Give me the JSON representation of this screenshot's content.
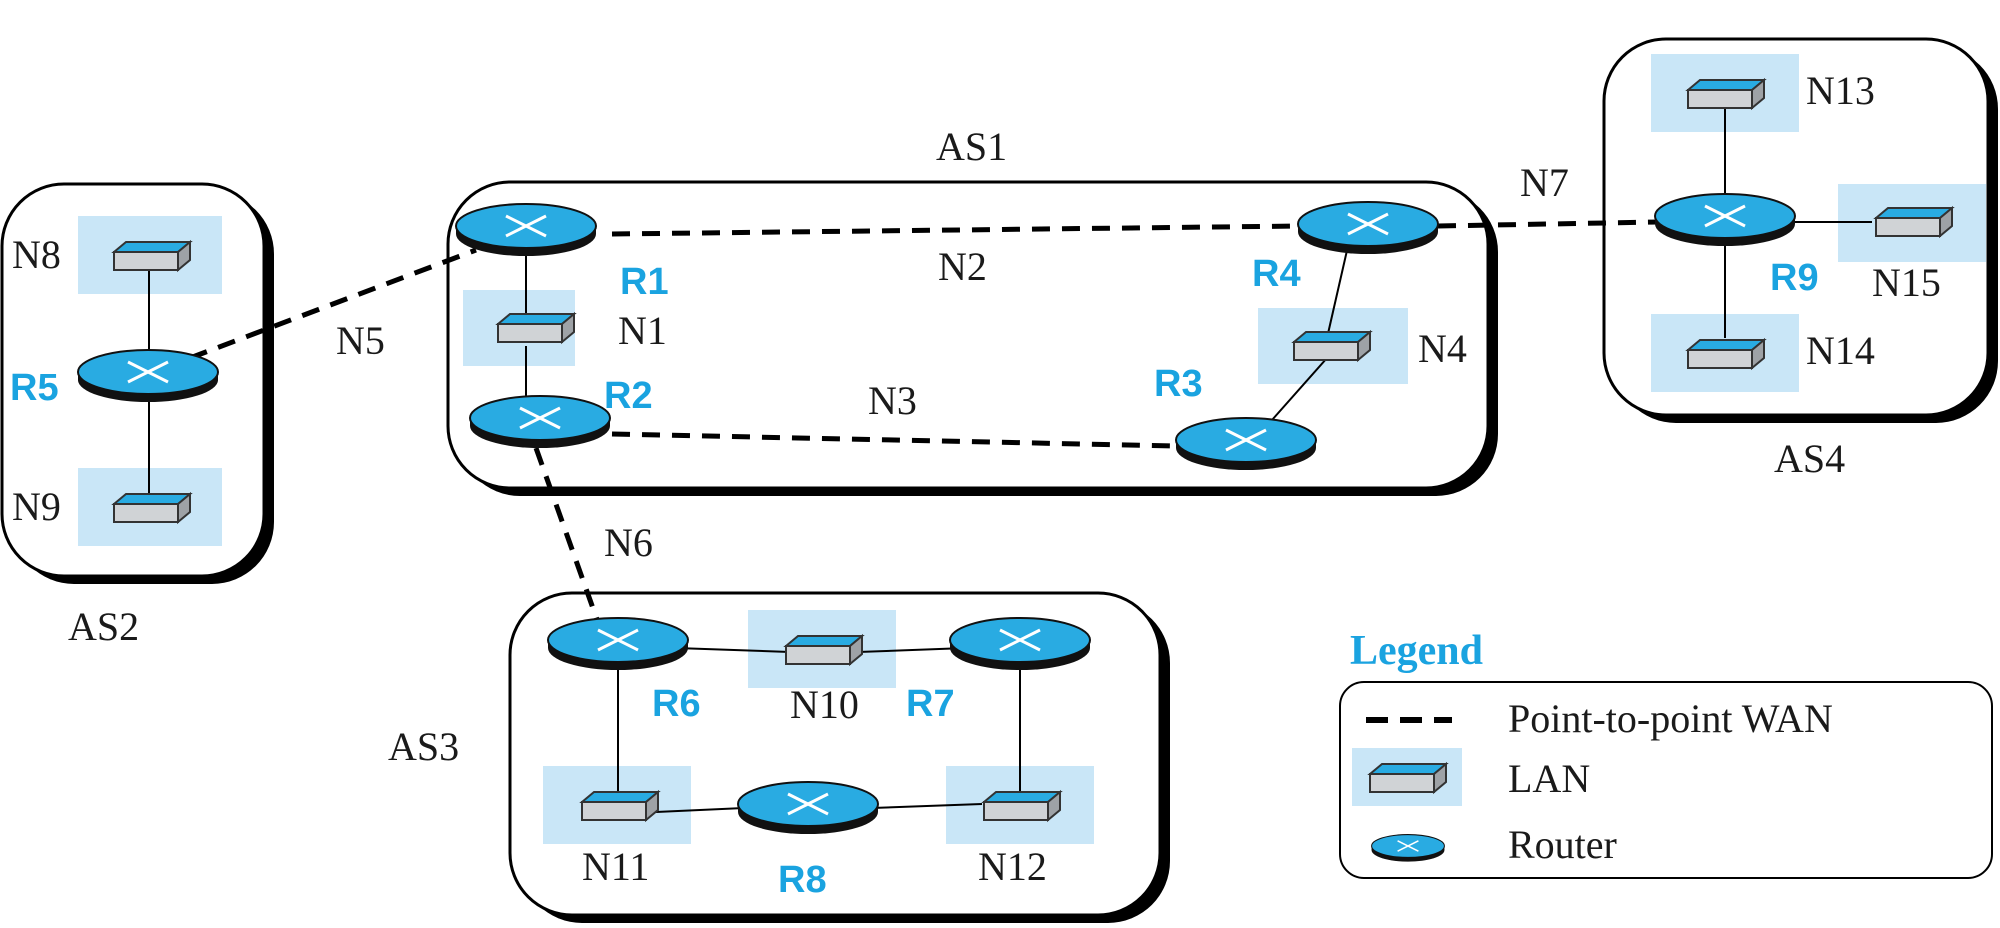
{
  "autonomous_systems": [
    {
      "id": "AS1",
      "label": "AS1"
    },
    {
      "id": "AS2",
      "label": "AS2"
    },
    {
      "id": "AS3",
      "label": "AS3"
    },
    {
      "id": "AS4",
      "label": "AS4"
    }
  ],
  "routers": [
    {
      "id": "R1",
      "label": "R1"
    },
    {
      "id": "R2",
      "label": "R2"
    },
    {
      "id": "R3",
      "label": "R3"
    },
    {
      "id": "R4",
      "label": "R4"
    },
    {
      "id": "R5",
      "label": "R5"
    },
    {
      "id": "R6",
      "label": "R6"
    },
    {
      "id": "R7",
      "label": "R7"
    },
    {
      "id": "R8",
      "label": "R8"
    },
    {
      "id": "R9",
      "label": "R9"
    }
  ],
  "lans": [
    {
      "id": "N1",
      "label": "N1"
    },
    {
      "id": "N4",
      "label": "N4"
    },
    {
      "id": "N8",
      "label": "N8"
    },
    {
      "id": "N9",
      "label": "N9"
    },
    {
      "id": "N10",
      "label": "N10"
    },
    {
      "id": "N11",
      "label": "N11"
    },
    {
      "id": "N12",
      "label": "N12"
    },
    {
      "id": "N13",
      "label": "N13"
    },
    {
      "id": "N14",
      "label": "N14"
    },
    {
      "id": "N15",
      "label": "N15"
    }
  ],
  "wan_links": [
    {
      "id": "N2",
      "label": "N2",
      "from": "R1",
      "to": "R4"
    },
    {
      "id": "N3",
      "label": "N3",
      "from": "R2",
      "to": "R3"
    },
    {
      "id": "N5",
      "label": "N5",
      "from": "R5",
      "to": "R1"
    },
    {
      "id": "N6",
      "label": "N6",
      "from": "R2",
      "to": "R6"
    },
    {
      "id": "N7",
      "label": "N7",
      "from": "R4",
      "to": "R9"
    }
  ],
  "legend": {
    "title": "Legend",
    "items": [
      {
        "symbol": "dashed-line",
        "label": "Point-to-point WAN"
      },
      {
        "symbol": "lan-icon",
        "label": "LAN"
      },
      {
        "symbol": "router-icon",
        "label": "Router"
      }
    ]
  },
  "colors": {
    "router_top": "#29abe2",
    "router_side": "#111111",
    "lan_highlight": "#c9e6f7",
    "label_blue": "#1aa3e0"
  }
}
